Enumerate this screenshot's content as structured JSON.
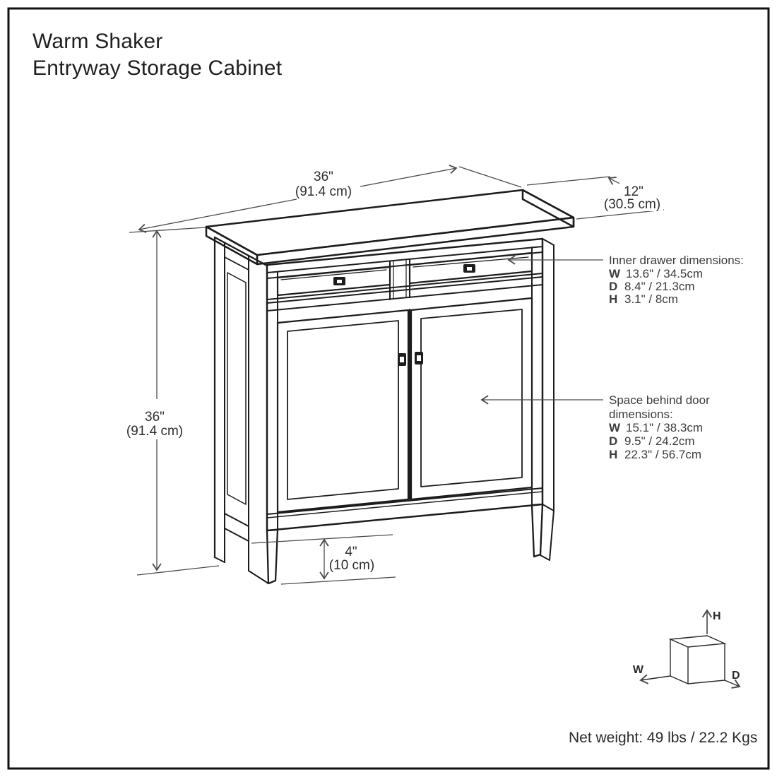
{
  "title": {
    "line1": "Warm Shaker",
    "line2": "Entryway Storage Cabinet"
  },
  "dimensions": {
    "width": {
      "imperial": "36\"",
      "metric": "(91.4 cm)"
    },
    "depth": {
      "imperial": "12\"",
      "metric": "(30.5 cm)"
    },
    "height": {
      "imperial": "36\"",
      "metric": "(91.4 cm)"
    },
    "leg": {
      "imperial": "4\"",
      "metric": "(10 cm)"
    }
  },
  "callouts": {
    "inner_drawer": {
      "title": "Inner drawer dimensions:",
      "rows": [
        {
          "axis": "W",
          "value": "13.6\" / 34.5cm"
        },
        {
          "axis": "D",
          "value": "8.4\" / 21.3cm"
        },
        {
          "axis": "H",
          "value": "3.1\" / 8cm"
        }
      ]
    },
    "door_space": {
      "title_line1": "Space behind door",
      "title_line2": "dimensions:",
      "rows": [
        {
          "axis": "W",
          "value": "15.1\" / 38.3cm"
        },
        {
          "axis": "D",
          "value": "9.5\" / 24.2cm"
        },
        {
          "axis": "H",
          "value": "22.3\" / 56.7cm"
        }
      ]
    }
  },
  "axis_cube": {
    "width_label": "W",
    "depth_label": "D",
    "height_label": "H"
  },
  "net_weight": "Net weight: 49 lbs / 22.2 Kgs",
  "colors": {
    "line": "#1c1c1c",
    "dimension": "#4b4b4b",
    "text": "#2e2e2e"
  }
}
